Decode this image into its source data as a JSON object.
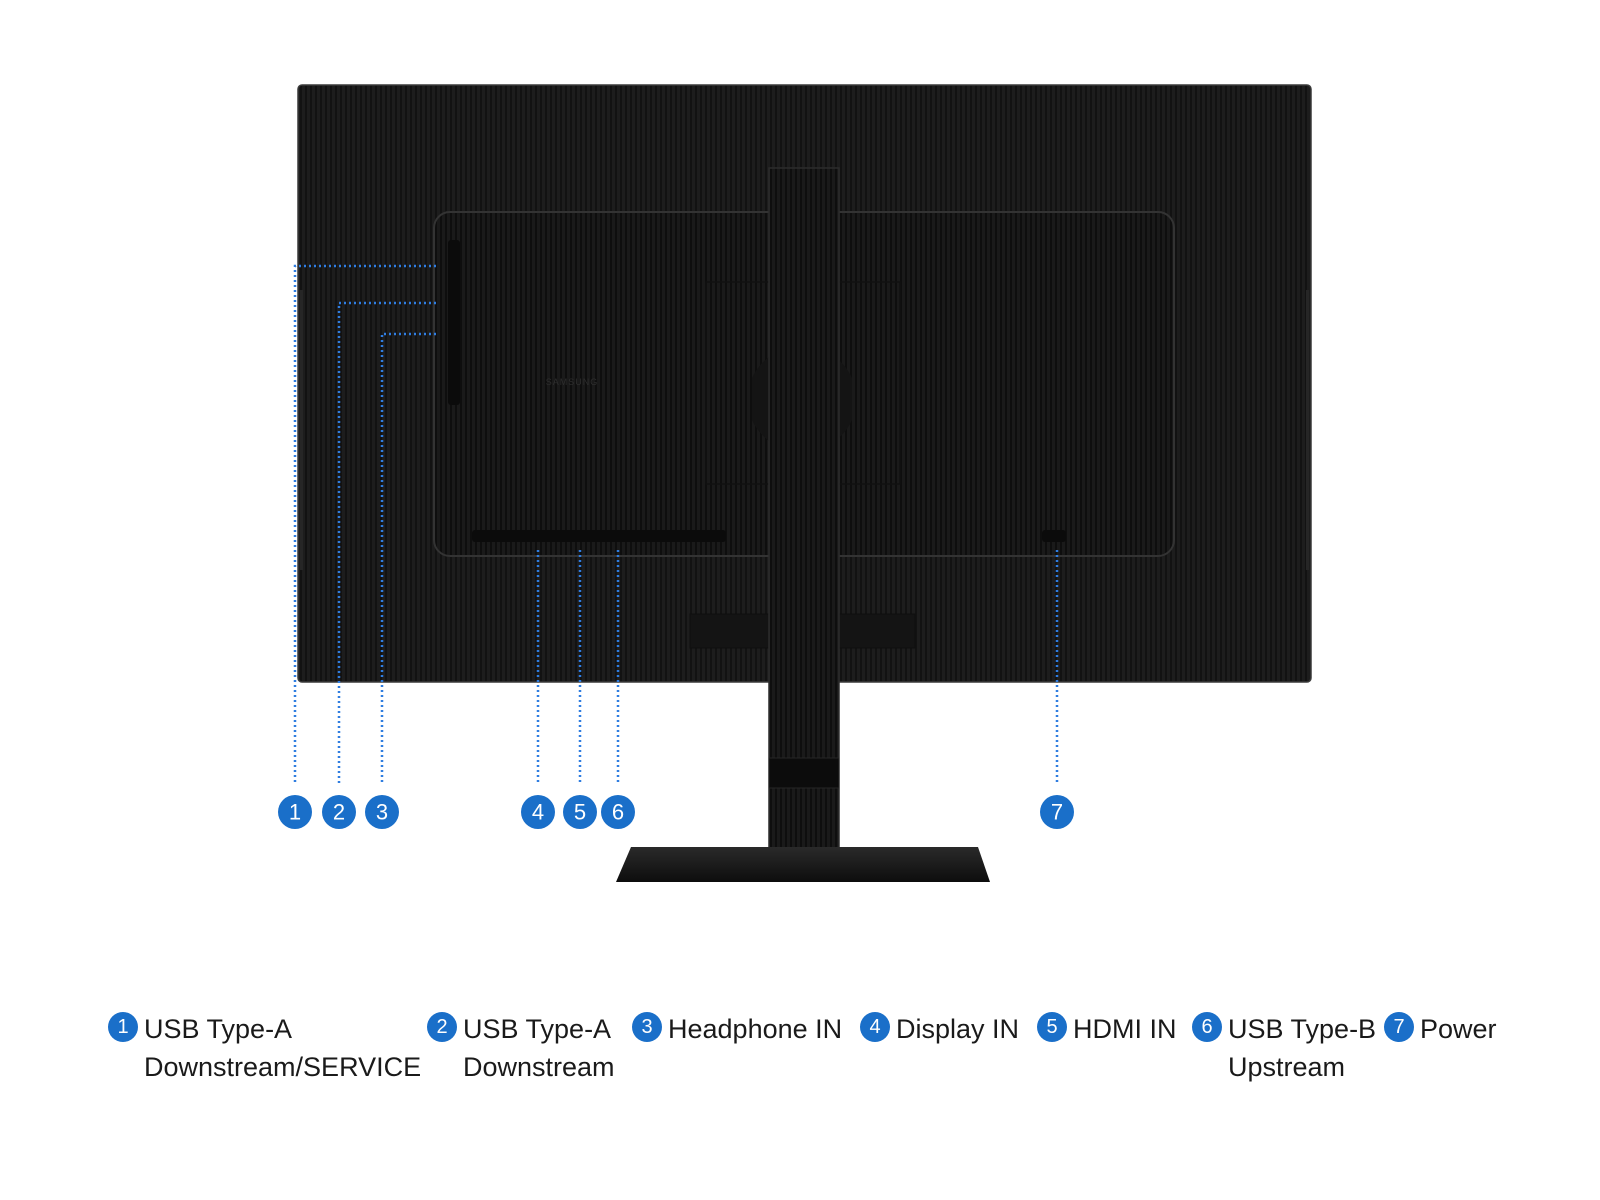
{
  "callouts": [
    {
      "number": "1"
    },
    {
      "number": "2"
    },
    {
      "number": "3"
    },
    {
      "number": "4"
    },
    {
      "number": "5"
    },
    {
      "number": "6"
    },
    {
      "number": "7"
    }
  ],
  "legend": [
    {
      "number": "1",
      "line1": "USB Type-A",
      "line2": "Downstream/SERVICE"
    },
    {
      "number": "2",
      "line1": "USB Type-A",
      "line2": "Downstream"
    },
    {
      "number": "3",
      "line1": "Headphone IN",
      "line2": ""
    },
    {
      "number": "4",
      "line1": "Display IN",
      "line2": ""
    },
    {
      "number": "5",
      "line1": "HDMI IN",
      "line2": ""
    },
    {
      "number": "6",
      "line1": "USB Type-B",
      "line2": "Upstream"
    },
    {
      "number": "7",
      "line1": "Power",
      "line2": ""
    }
  ],
  "brand_logo_text": "SAMSUNG",
  "colors": {
    "accent": "#1a6fc9",
    "monitor_body": "#1c1c1c",
    "stand": "#161616",
    "leader_line": "#2f7de0"
  }
}
